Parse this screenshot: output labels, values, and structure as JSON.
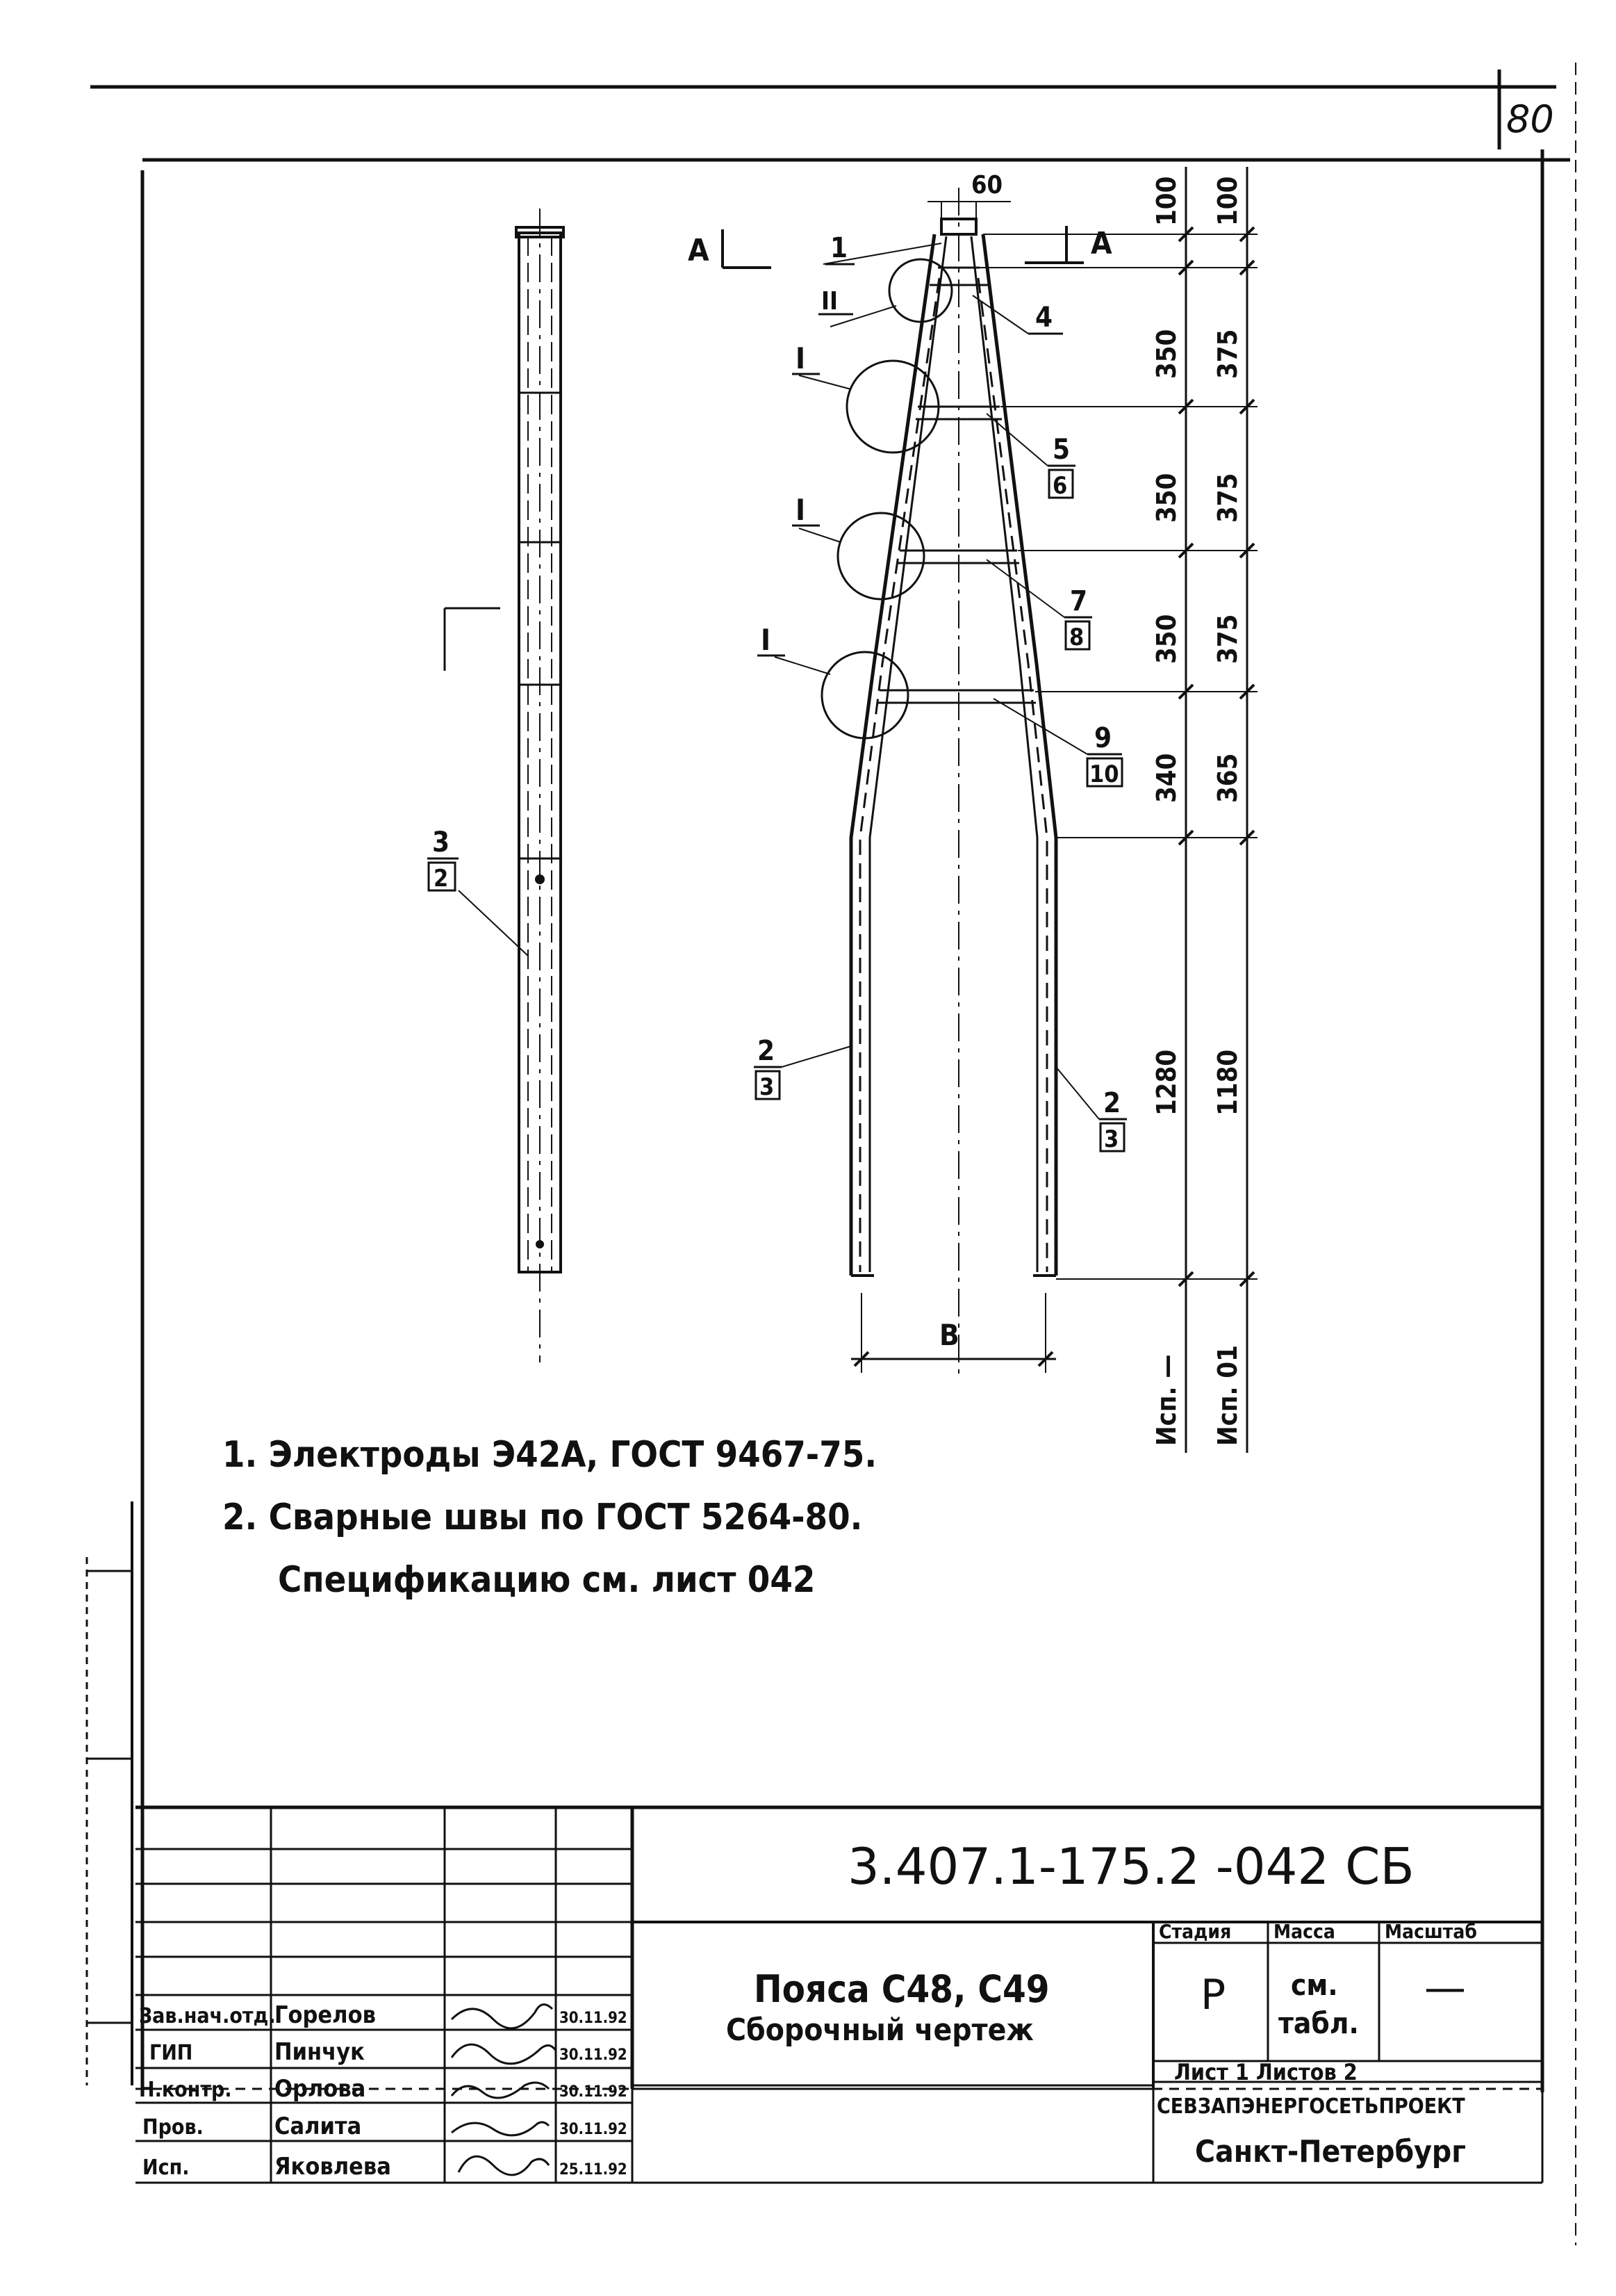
{
  "sheet_number": "80",
  "notes": [
    "1. Электроды Э42А, ГОСТ 9467-75.",
    "2. Сварные швы по ГОСТ 5264-80.",
    "Спецификацию см. лист 042"
  ],
  "section_mark": "А",
  "detail_marks": [
    "I",
    "I",
    "I",
    "II"
  ],
  "dim_top": "60",
  "dim_bottom": "В",
  "dims_left": [
    "100",
    "350",
    "350",
    "350",
    "340",
    "1280",
    "Исп. —"
  ],
  "dims_right": [
    "100",
    "375",
    "375",
    "375",
    "365",
    "1180",
    "Исп. 01"
  ],
  "callouts": [
    {
      "pos": "1",
      "qty": ""
    },
    {
      "pos": "4",
      "qty": ""
    },
    {
      "pos": "5",
      "qty": "6"
    },
    {
      "pos": "7",
      "qty": "8"
    },
    {
      "pos": "9",
      "qty": "10"
    },
    {
      "pos": "2",
      "qty": "3"
    },
    {
      "pos": "2",
      "qty": "3"
    },
    {
      "pos": "3",
      "qty": "2"
    }
  ],
  "title_block": {
    "doc_code": "3.407.1-175.2 -042 СБ",
    "name_line1": "Пояса С48, С49",
    "name_line2": "Сборочный чертеж",
    "stage_label": "Стадия",
    "mass_label": "Масса",
    "scale_label": "Масштаб",
    "stage_value": "Р",
    "mass_value_1": "см.",
    "mass_value_2": "табл.",
    "scale_value": "—",
    "sheet_info": "Лист 1   Листов 2",
    "org_line1": "СЕВЗАПЭНЕРГОСЕТЬПРОЕКТ",
    "org_line2": "Санкт-Петербург",
    "signers": [
      {
        "role": "Зав.нач.отд.",
        "name": "Горелов",
        "date": "30.11.92"
      },
      {
        "role": "ГИП",
        "name": "Пинчук",
        "date": "30.11.92"
      },
      {
        "role": "Н.контр.",
        "name": "Орлова",
        "date": "30.11.92"
      },
      {
        "role": "Пров.",
        "name": "Салита",
        "date": "30.11.92"
      },
      {
        "role": "Исп.",
        "name": "Яковлева",
        "date": "25.11.92"
      }
    ]
  },
  "colors": {
    "ink": "#111111",
    "paper": "#ffffff"
  }
}
